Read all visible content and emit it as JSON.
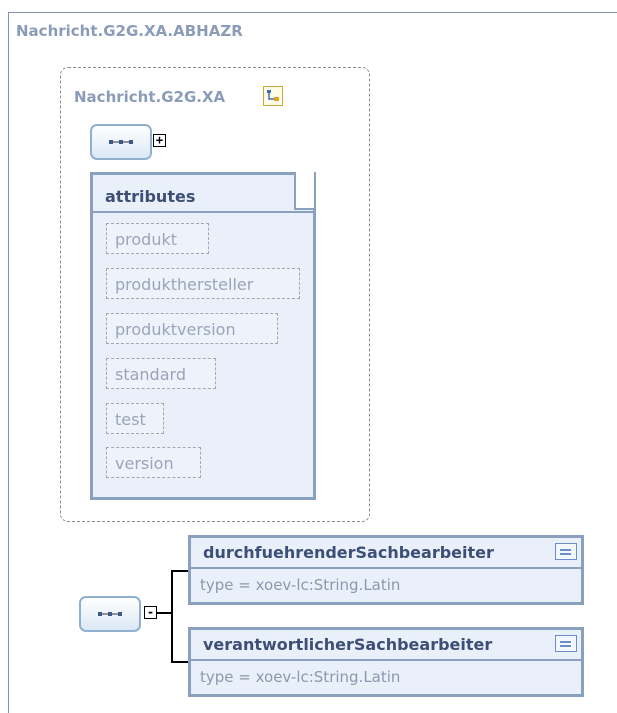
{
  "outer": {
    "title": "Nachricht.G2G.XA.ABHAZR"
  },
  "inherited": {
    "title": "Nachricht.G2G.XA",
    "icon": "type-derivation-icon"
  },
  "attributes": {
    "header": "attributes",
    "items": [
      "produkt",
      "produkthersteller",
      "produktversion",
      "standard",
      "test",
      "version"
    ]
  },
  "sequences": [
    {
      "name": "sequence-compositor-icon",
      "expander": "+"
    },
    {
      "name": "sequence-compositor-icon",
      "expander": "-"
    }
  ],
  "elements": [
    {
      "name": "durchfuehrenderSachbearbeiter",
      "type": "type = xoev-lc:String.Latin",
      "icon": "documentation-icon"
    },
    {
      "name": "verantwortlicherSachbearbeiter",
      "type": "type = xoev-lc:String.Latin",
      "icon": "documentation-icon"
    }
  ],
  "colors": {
    "border": "#8aa0bf",
    "fill": "#eaf0fa",
    "title": "#8a9cb8",
    "element_name": "#3d4f76",
    "attribute_text": "#9aa5b8"
  }
}
